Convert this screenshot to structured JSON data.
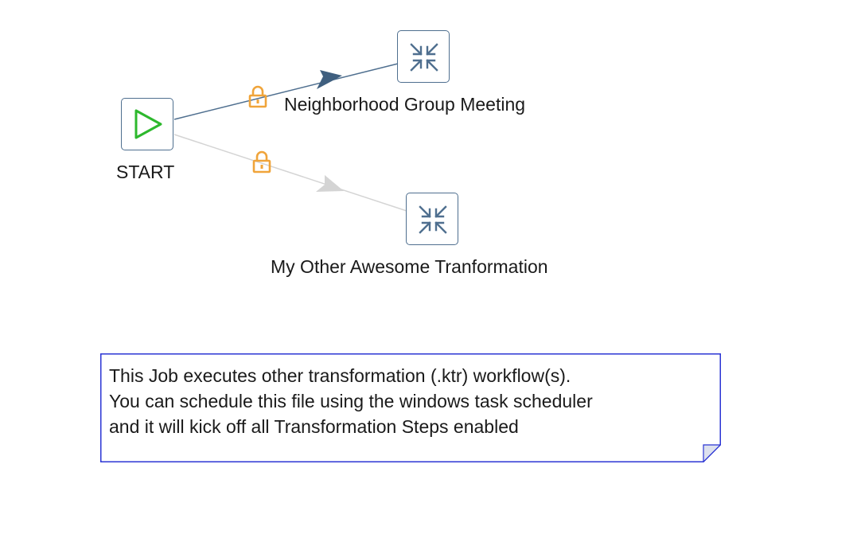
{
  "entries": {
    "start": {
      "label": "START",
      "icon": "play-triangle-icon"
    },
    "neighborhood": {
      "label": "Neighborhood Group Meeting",
      "icon": "transformation-icon"
    },
    "other": {
      "label": "My Other Awesome Tranformation",
      "icon": "transformation-icon"
    }
  },
  "hops": [
    {
      "from": "START",
      "to": "Neighborhood Group Meeting",
      "enabled": true,
      "icon": "lock-icon"
    },
    {
      "from": "START",
      "to": "My Other Awesome Tranformation",
      "enabled": false,
      "icon": "lock-icon"
    }
  ],
  "note": {
    "text": "This Job executes other transformation (.ktr) workflow(s).\nYou can schedule this file using the windows task scheduler\nand it will kick off all Transformation Steps enabled"
  },
  "colors": {
    "entry_border": "#4f6f8f",
    "hop_enabled": "#4f6f8f",
    "hop_disabled": "#d4d4d4",
    "lock": "#f0a43a",
    "start_play": "#2db82d",
    "note_border": "#2b35d4"
  }
}
